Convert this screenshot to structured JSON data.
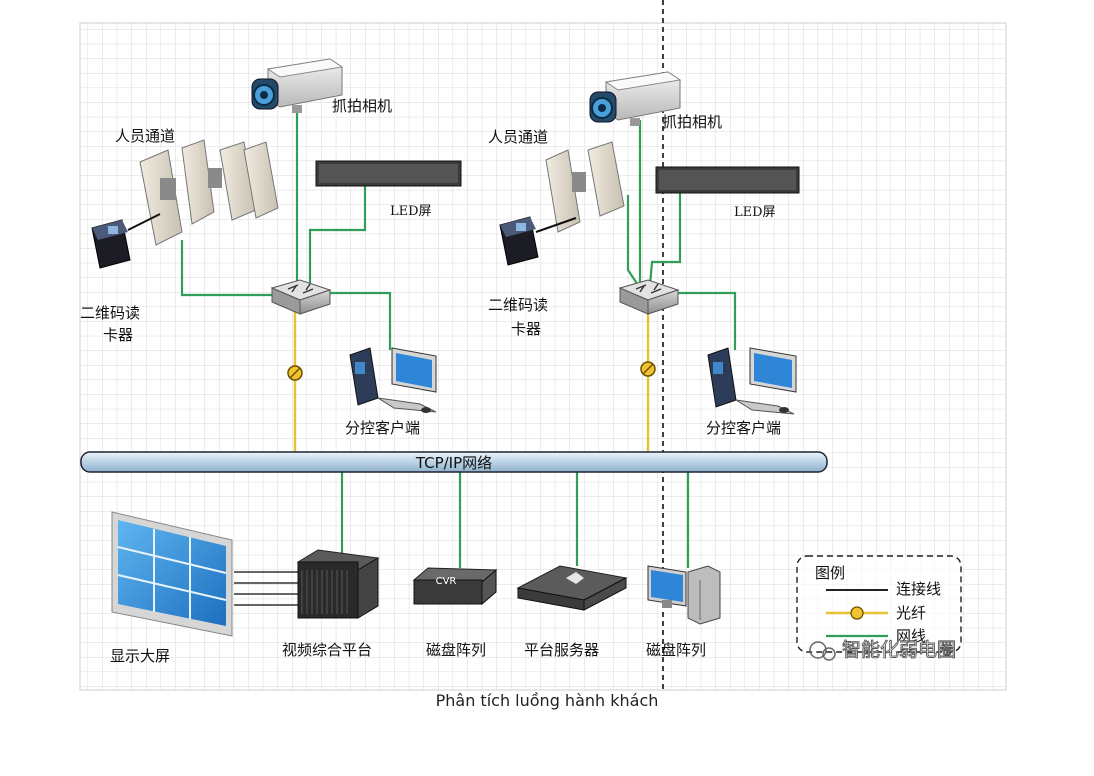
{
  "labels": {
    "camera_1": "抓拍相机",
    "camera_2": "抓拍相机",
    "gate_1": "人员通道",
    "gate_2": "人员通道",
    "led_1": "LED屏",
    "led_2": "LED屏",
    "qr_1_line1": "二维码读",
    "qr_1_line2": "卡器",
    "qr_2_line1": "二维码读",
    "qr_2_line2": "卡器",
    "client_1": "分控客户端",
    "client_2": "分控客户端",
    "network": "TCP/IP网络",
    "display_wall": "显示大屏",
    "video_platform": "视频综合平台",
    "disk_array_1": "磁盘阵列",
    "platform_server": "平台服务器",
    "disk_array_2": "磁盘阵列",
    "cvr": "CVR"
  },
  "legend": {
    "title": "图例",
    "connect": "连接线",
    "fiber": "光纤",
    "net": "网线"
  },
  "watermark": "智能化弱电圈",
  "caption": "Phân tích luồng hành khách",
  "colors": {
    "green": "#2f9e58",
    "fiber": "#e8c233",
    "network_bar": "#cfe1ee",
    "grid": "#d9d9d9",
    "screen_blue": "#2f86d6"
  }
}
